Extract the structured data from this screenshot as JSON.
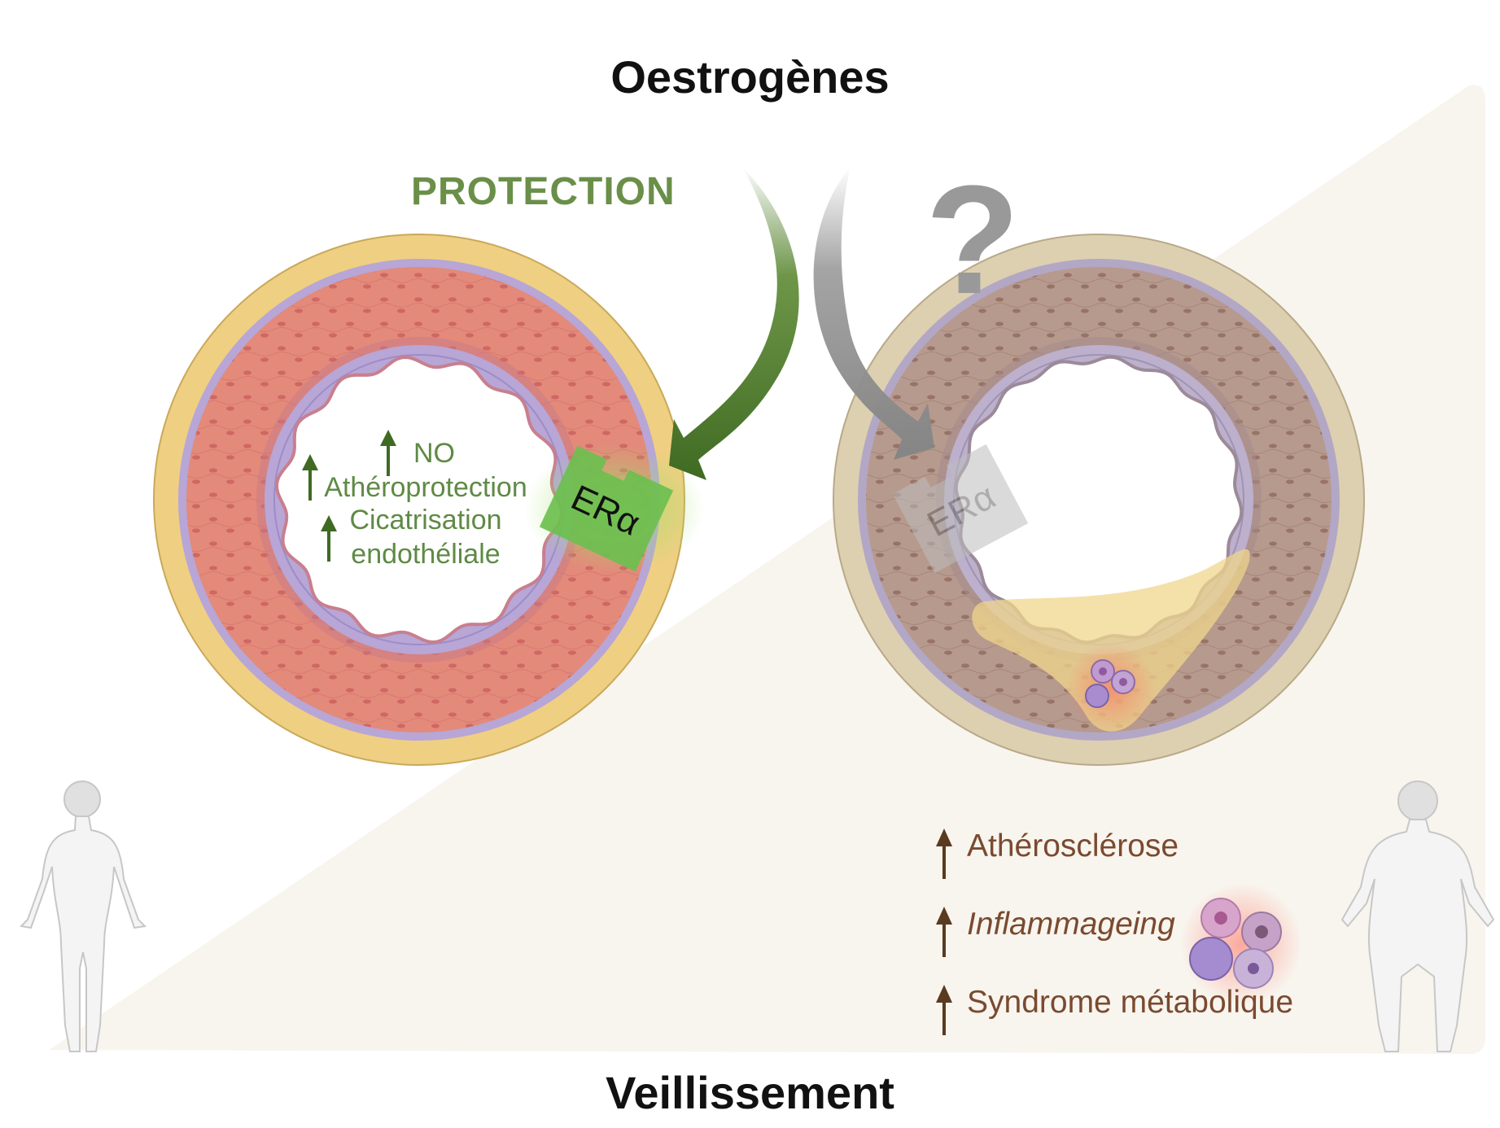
{
  "titles": {
    "top": "Oestrogènes",
    "bottom": "Veillissement"
  },
  "left_vessel": {
    "protection_label": "PROTECTION",
    "receptor_label": "ERα",
    "effects": [
      "NO",
      "Athéroprotection",
      "Cicatrisation",
      "endothéliale"
    ]
  },
  "right_vessel": {
    "receptor_label": "ERα",
    "question_mark": "?"
  },
  "aging_effects": [
    "Athérosclérose",
    "Inflammageing",
    "Syndrome métabolique"
  ],
  "icons": {
    "left_figure": "young-woman-figure-icon",
    "right_figure": "older-woman-figure-icon",
    "up_arrow": "up-arrow-icon",
    "immune_cells": "immune-cells-icon"
  },
  "colors": {
    "protection_green": "#6a8f48",
    "arrow_green": "#4f7a2c",
    "arrow_gray": "#8f8f8f",
    "media_red": "#e38a7a",
    "adventitia_yellow": "#efcf82",
    "intima_lilac": "#b7a6d6",
    "aged_media": "#b79a8e",
    "aged_adventitia": "#ddd0b0",
    "aging_text_brown": "#7a4a30",
    "aging_background": "#f8f5ee"
  }
}
